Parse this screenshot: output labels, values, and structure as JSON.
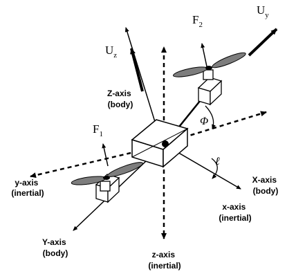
{
  "labels": {
    "z_body": [
      "Z-axis",
      "(body)"
    ],
    "x_body": [
      "X-axis",
      "(body)"
    ],
    "y_body": [
      "Y-axis",
      "(body)"
    ],
    "x_inertial": [
      "x-axis",
      "(inertial)"
    ],
    "y_inertial": [
      "y-axis",
      "(inertial)"
    ],
    "z_inertial": [
      "z-axis",
      "(inertial)"
    ]
  },
  "forces": {
    "uz": {
      "main": "U",
      "sub": "z"
    },
    "uy": {
      "main": "U",
      "sub": "y"
    },
    "f1": {
      "main": "F",
      "sub": "1"
    },
    "f2": {
      "main": "F",
      "sub": "2"
    }
  },
  "angles": {
    "phi": "Φ",
    "ell": "ℓ"
  }
}
